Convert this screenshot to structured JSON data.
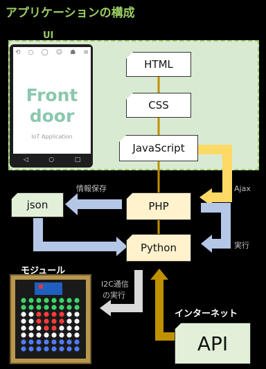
{
  "title": "アプリケーションの構成",
  "ui_label": "UI",
  "phone": {
    "icons": [
      "⟲",
      "○",
      "◯",
      "☺",
      "☗",
      "≡"
    ],
    "app_line1": "Front",
    "app_line2": "door",
    "app_sub": "IoT Application",
    "nav": [
      "◁",
      "○",
      "□"
    ]
  },
  "nodes": {
    "html": "HTML",
    "css": "CSS",
    "javascript": "JavaScript",
    "php": "PHP",
    "python": "Python",
    "json": "json",
    "api": "API"
  },
  "labels": {
    "ajax": "Ajax",
    "save_info": "情報保存",
    "execute": "実行",
    "i2c_line1": "I2C通信",
    "i2c_line2": "の実行",
    "module": "モジュール",
    "internet": "インターネット"
  },
  "colors": {
    "ui_panel": "#d9ead3",
    "accent_green": "#9ccc65",
    "yellow_arrow": "#ffd966",
    "blue_arrow": "#b4c7e7",
    "gold_arrow": "#bf9000",
    "gray_arrow": "#d9d9d9"
  }
}
